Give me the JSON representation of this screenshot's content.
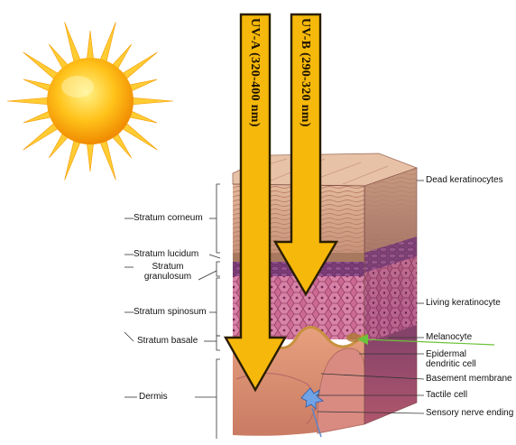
{
  "radiation": {
    "uva": "UV-A (320-400 nm)",
    "uvb": "UV-B (290-320 nm)"
  },
  "left_labels": {
    "stratum_corneum": "Stratum corneum",
    "stratum_lucidum": "Stratum lucidum",
    "stratum_granulosum_1": "Stratum",
    "stratum_granulosum_2": "granulosum",
    "stratum_spinosum": "Stratum spinosum",
    "stratum_basale": "Stratum basale",
    "dermis": "Dermis"
  },
  "right_labels": {
    "dead_keratinocytes": "Dead keratinocytes",
    "living_keratinocyte": "Living keratinocyte",
    "melanocyte": "Melanocyte",
    "epidermal_dendritic_1": "Epidermal",
    "epidermal_dendritic_2": "dendritic cell",
    "basement_membrane": "Basement membrane",
    "tactile_cell": "Tactile cell",
    "sensory_nerve_ending": "Sensory nerve ending"
  },
  "colors": {
    "arrow_fill": "#f6b80a",
    "arrow_stroke": "#2a1e00",
    "sun_core": "#ffb300",
    "sun_rays": "#ffcc33",
    "marker": "#6cc23a"
  }
}
